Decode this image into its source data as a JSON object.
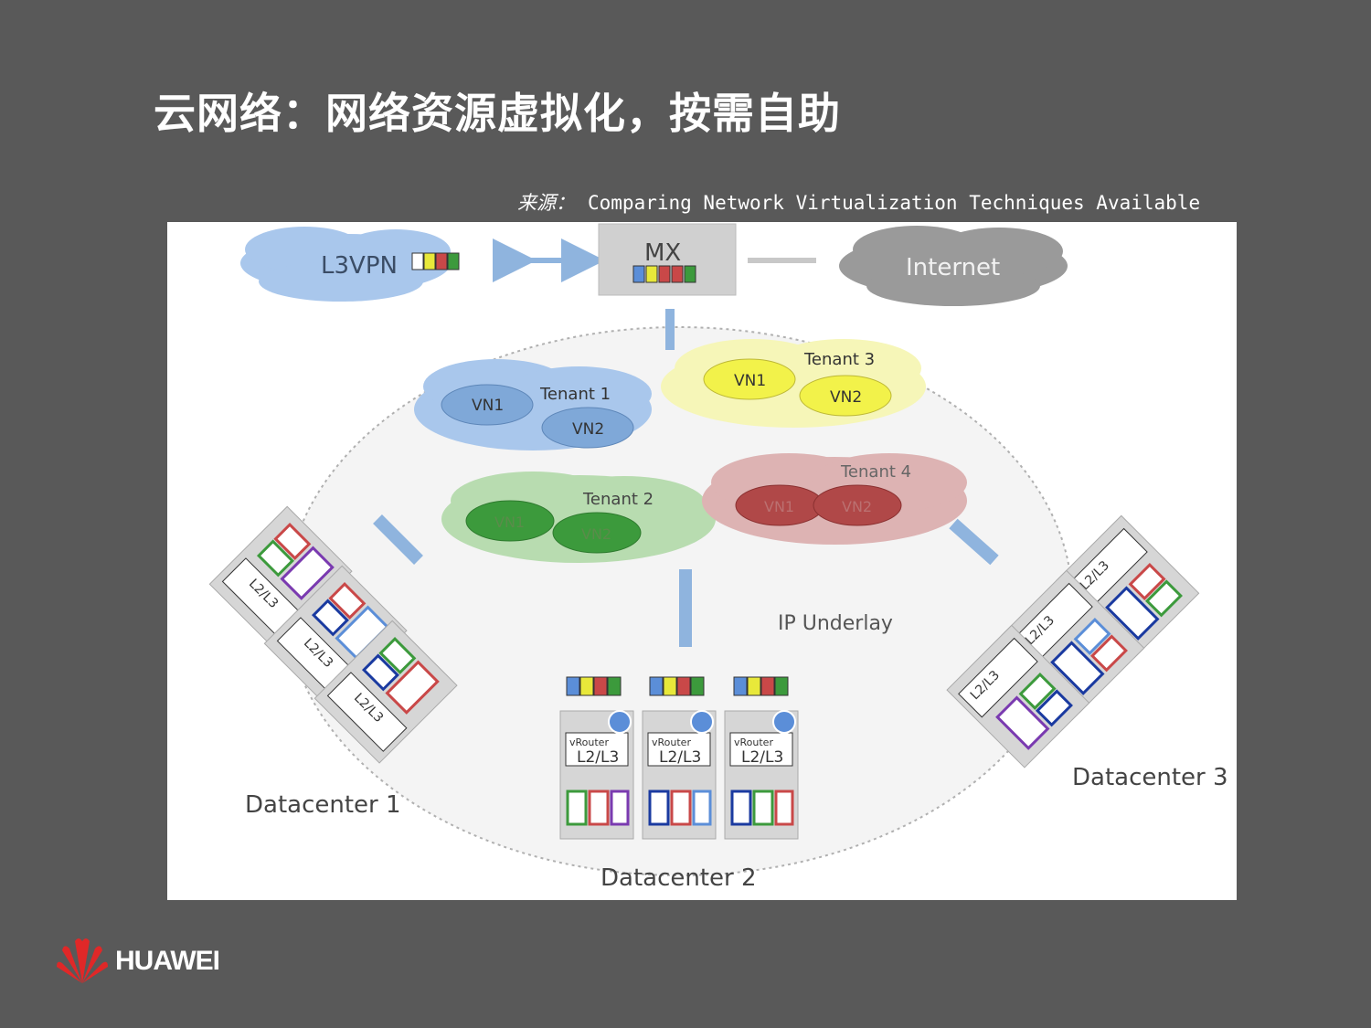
{
  "slide": {
    "title": "云网络：网络资源虚拟化，按需自助",
    "source_label": "来源：",
    "source_text": "Comparing Network Virtualization Techniques Available"
  },
  "diagram": {
    "l3vpn": "L3VPN",
    "mx": "MX",
    "internet": "Internet",
    "ip_underlay": "IP Underlay",
    "tenants": [
      {
        "name": "Tenant 1",
        "vn1": "VN1",
        "vn2": "VN2",
        "color": "#7fa8d8"
      },
      {
        "name": "Tenant 2",
        "vn1": "VN1",
        "vn2": "VN2",
        "color": "#7fc27f"
      },
      {
        "name": "Tenant 3",
        "vn1": "VN1",
        "vn2": "VN2",
        "color": "#f2f27a"
      },
      {
        "name": "Tenant 4",
        "vn1": "VN1",
        "vn2": "VN2",
        "color": "#d49a9a"
      }
    ],
    "datacenters": [
      "Datacenter 1",
      "Datacenter 2",
      "Datacenter 3"
    ],
    "server_vrouter": "vRouter",
    "server_layer": "L2/L3",
    "stripe_colors": [
      "#5b8ed8",
      "#e8e83a",
      "#c94848",
      "#3c9a3c"
    ]
  },
  "logo": {
    "text": "HUAWEI",
    "color": "#e02828"
  }
}
